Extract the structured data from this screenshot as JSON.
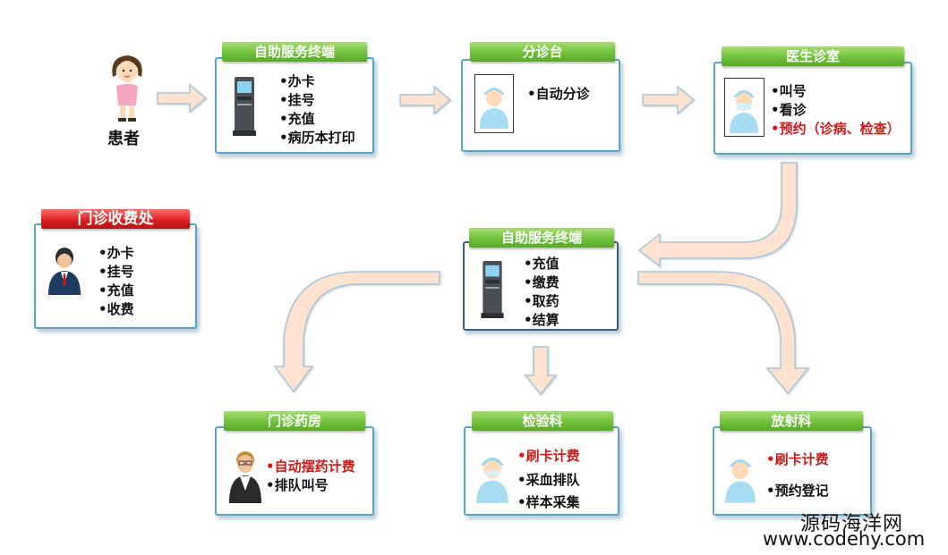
{
  "patient": {
    "label": "患者"
  },
  "nodes": {
    "kiosk_top": {
      "title": "自助服务终端",
      "items": [
        "办卡",
        "挂号",
        "充值",
        "病历本打印"
      ],
      "highlight": []
    },
    "triage": {
      "title": "分诊台",
      "items": [
        "自动分诊"
      ],
      "highlight": []
    },
    "clinic": {
      "title": "医生诊室",
      "items": [
        "叫号",
        "看诊",
        "预约（诊病、检查）"
      ],
      "highlight": [
        2
      ]
    },
    "cashier": {
      "title": "门诊收费处",
      "items": [
        "办卡",
        "挂号",
        "充值",
        "收费"
      ],
      "highlight": []
    },
    "kiosk_mid": {
      "title": "自助服务终端",
      "items": [
        "充值",
        "缴费",
        "取药",
        "结算"
      ],
      "highlight": []
    },
    "pharmacy": {
      "title": "门诊药房",
      "items": [
        "自动摆药计费",
        "排队叫号"
      ],
      "highlight": [
        0
      ]
    },
    "lab": {
      "title": "检验科",
      "items": [
        "刷卡计费",
        "采血排队",
        "样本采集"
      ],
      "highlight": [
        0
      ]
    },
    "radiology": {
      "title": "放射科",
      "items": [
        "刷卡计费",
        "预约登记"
      ],
      "highlight": [
        0
      ]
    }
  },
  "watermark": {
    "line1": "源码海洋网",
    "line2": "www.codehy.com"
  },
  "colors": {
    "header_green": "#6cbf37",
    "header_red": "#d81e1e",
    "box_border": "#5aa3c4",
    "arrow_fill": "#fde3cf",
    "arrow_stroke": "#a8c6d8",
    "highlight_text": "#d21919"
  },
  "icons": [
    "patient-icon",
    "kiosk-icon",
    "nurse-icon",
    "doctor-icon",
    "cashier-icon",
    "pharmacist-icon"
  ]
}
